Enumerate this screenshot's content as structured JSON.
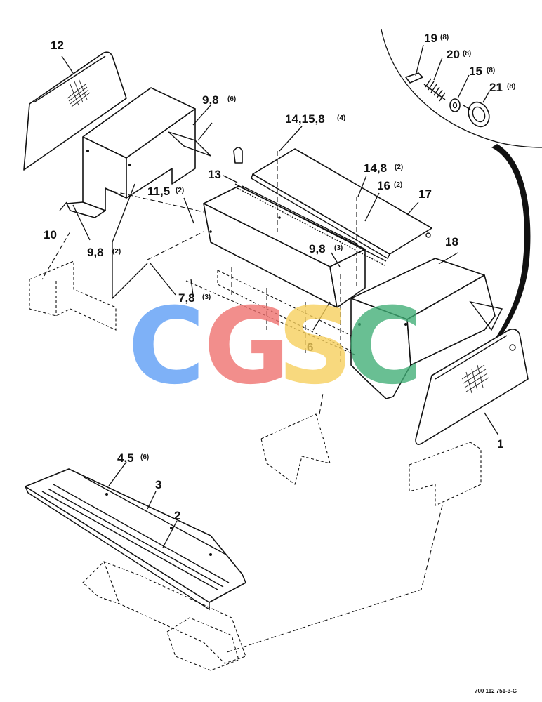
{
  "callouts": {
    "c12": "12",
    "c98_top": "9,8",
    "c98_top_qty": "(6)",
    "c1415": "14,15,8",
    "c1415_qty": "(4)",
    "c13": "13",
    "c148": "14,8",
    "c148_qty": "(2)",
    "c16": "16",
    "c16_qty": "(2)",
    "c17": "17",
    "c115": "11,5",
    "c115_qty": "(2)",
    "c10": "10",
    "c98_left": "9,8",
    "c98_left_qty": "(2)",
    "c98_mid": "9,8",
    "c98_mid_qty": "(3)",
    "c78": "7,8",
    "c78_qty": "(3)",
    "c18": "18",
    "c6": "6",
    "c1": "1",
    "c45": "4,5",
    "c45_qty": "(6)",
    "c3": "3",
    "c2": "2",
    "c19": "19",
    "c19_qty": "(8)",
    "c20": "20",
    "c20_qty": "(8)",
    "c15": "15",
    "c15_qty": "(8)",
    "c21": "21",
    "c21_qty": "(8)"
  },
  "doc_number": "700 112 751-3-G",
  "watermark": {
    "letters": [
      "C",
      "G",
      "S",
      "C"
    ],
    "colors": [
      "#5b9cf5",
      "#ef6f6c",
      "#f7cf5a",
      "#3fae76"
    ]
  }
}
